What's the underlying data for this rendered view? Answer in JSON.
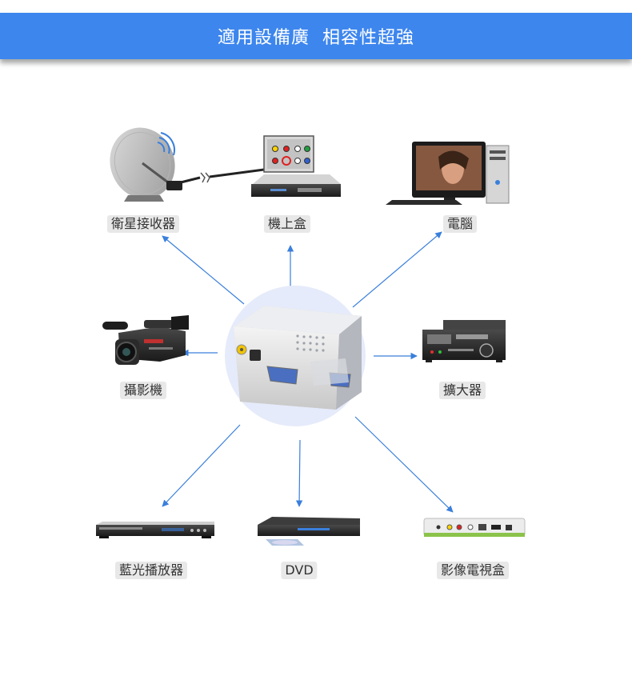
{
  "banner": {
    "title": "適用設備廣  相容性超強"
  },
  "devices": {
    "satellite": {
      "label": "衛星接收器"
    },
    "settopbox": {
      "label": "機上盒"
    },
    "computer": {
      "label": "電腦"
    },
    "camcorder": {
      "label": "攝影機"
    },
    "amplifier": {
      "label": "擴大器"
    },
    "bluray": {
      "label": "藍光播放器"
    },
    "dvd": {
      "label": "DVD"
    },
    "tvbox": {
      "label": "影像電視盒"
    }
  },
  "colors": {
    "banner": "#3d86ee",
    "arrow": "#3a7fdc",
    "hub": "#e6ebfb",
    "label_bg": "#e8e8e8"
  }
}
